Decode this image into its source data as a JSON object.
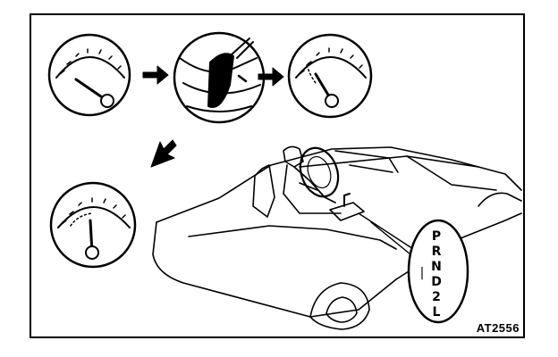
{
  "figure": {
    "code": "AT2556"
  },
  "selector": {
    "positions": [
      "P",
      "R",
      "N",
      "D",
      "2",
      "L"
    ],
    "marker": "|"
  },
  "colors": {
    "ink": "#000000",
    "paper": "#ffffff"
  }
}
